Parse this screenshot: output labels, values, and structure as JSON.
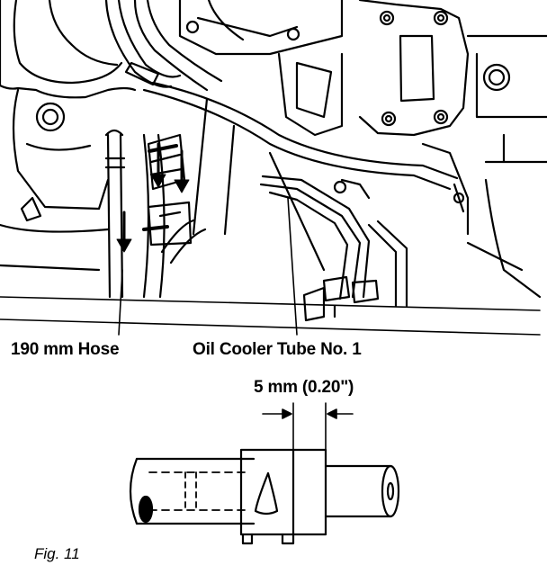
{
  "labels": {
    "hose": "190 mm Hose",
    "tube": "Oil Cooler Tube No. 1",
    "dimension": "5 mm (0.20\")",
    "figure": "Fig. 11"
  },
  "colors": {
    "ink": "#000000",
    "paper": "#ffffff"
  },
  "icons": [
    "down-arrow-icon",
    "dimension-arrow-icon"
  ]
}
